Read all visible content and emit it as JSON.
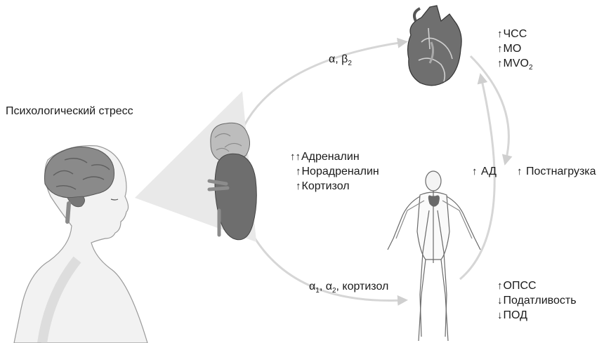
{
  "title": "Психологический стресс",
  "heart_receptors": {
    "main": "α, β",
    "sub": "2"
  },
  "heart_effects": [
    {
      "arrow": "↑",
      "text": "ЧСС",
      "sub": ""
    },
    {
      "arrow": "↑",
      "text": "МО",
      "sub": ""
    },
    {
      "arrow": "↑",
      "text": "MVO",
      "sub": "2"
    }
  ],
  "hormones": [
    {
      "arrow": "↑↑",
      "text": "Адреналин"
    },
    {
      "arrow": "↑",
      "text": "Норадреналин"
    },
    {
      "arrow": "↑",
      "text": "Кортизол"
    }
  ],
  "pressure": {
    "arrow": "↑",
    "text": "АД"
  },
  "afterload": {
    "arrow": "↑",
    "text": "Постнагрузка"
  },
  "vessel_receptors": {
    "a1": "α",
    "a1_sub": "1",
    "sep": ", ",
    "a2": "α",
    "a2_sub": "2",
    "rest": ", кортизол"
  },
  "vessel_effects": [
    {
      "arrow": "↑",
      "text": "ОПСС"
    },
    {
      "arrow": "↓",
      "text": "Податливость"
    },
    {
      "arrow": "↓",
      "text": "ПОД"
    }
  ],
  "colors": {
    "arrow_line": "#d4d4d4",
    "organ_dark": "#6b6b6b",
    "organ_light": "#b5b5b5",
    "skin": "#f2f2f2"
  }
}
